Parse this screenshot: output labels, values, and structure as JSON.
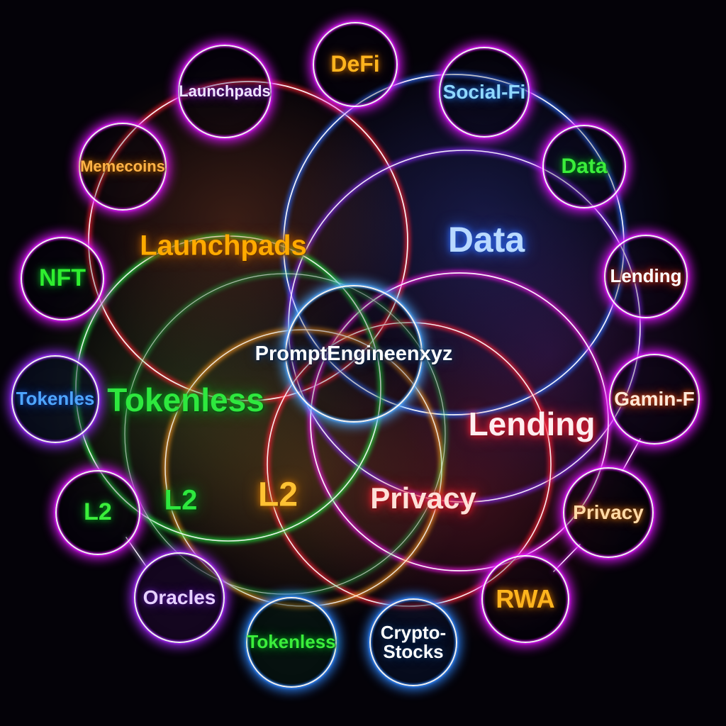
{
  "diagram_title": "PromptEngineenxyz",
  "center_node": {
    "label": "PromptEngineenxyz",
    "ring_color": "#4fa8ff",
    "fill_color": "#0a2238",
    "text_color": "#ffffff"
  },
  "outer_nodes": [
    {
      "label": "Launchpads",
      "ring_color": "#e016ff",
      "text_color": "#efe4ff"
    },
    {
      "label": "DeFi",
      "ring_color": "#e016ff",
      "text_color": "#ffb41e"
    },
    {
      "label": "Social-Fi",
      "ring_color": "#e016ff",
      "text_color": "#8fd8ff"
    },
    {
      "label": "Data",
      "ring_color": "#e016ff",
      "text_color": "#3bee3b"
    },
    {
      "label": "Lending",
      "ring_color": "#e016ff",
      "text_color": "#ffffff"
    },
    {
      "label": "Gamin-F",
      "ring_color": "#e016ff",
      "text_color": "#ffe9d8"
    },
    {
      "label": "Privacy",
      "ring_color": "#e016ff",
      "text_color": "#ffd9a6"
    },
    {
      "label": "RWA",
      "ring_color": "#e016ff",
      "text_color": "#ffb41e"
    },
    {
      "label": "Crypto-\nStocks",
      "ring_color": "#2e86ff",
      "text_color": "#ffffff"
    },
    {
      "label": "Tokenless",
      "ring_color": "#2e86ff",
      "text_color": "#3bee3b"
    },
    {
      "label": "Oracles",
      "ring_color": "#a829ff",
      "text_color": "#e7d1ff"
    },
    {
      "label": "L2",
      "ring_color": "#e016ff",
      "text_color": "#3bee3b"
    },
    {
      "label": "Tokenles",
      "ring_color": "#9b2bff",
      "text_color": "#4fa6ff"
    },
    {
      "label": "NFT",
      "ring_color": "#e016ff",
      "text_color": "#2fee2f"
    },
    {
      "label": "Memecoins",
      "ring_color": "#e016ff",
      "text_color": "#ffb347"
    }
  ],
  "petal_labels": [
    {
      "label": "Launchpads",
      "color": "#ffaa00"
    },
    {
      "label": "Data",
      "color": "#b9d9ff"
    },
    {
      "label": "Tokenless",
      "color": "#2ee83e"
    },
    {
      "label": "L2",
      "color": "#2ee83e"
    },
    {
      "label": "L2",
      "color": "#ffc233"
    },
    {
      "label": "Lending",
      "color": "#ffeef0"
    },
    {
      "label": "Privacy",
      "color": "#ffe0d8"
    }
  ],
  "petal_ring_colors": [
    "#ff2233",
    "#2f6bff",
    "#8a2bff",
    "#f318e8",
    "#ff2038",
    "#ff9a1f",
    "#22e03c",
    "#27d44d"
  ],
  "background_color": "#040208"
}
